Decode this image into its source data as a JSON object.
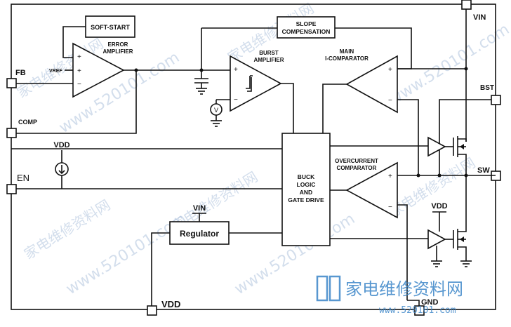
{
  "pins": {
    "vin": "VIN",
    "fb": "FB",
    "comp": "COMP",
    "en": "EN",
    "bst": "BST",
    "sw": "SW",
    "vdd": "VDD",
    "gnd": "GND"
  },
  "blocks": {
    "soft_start": "SOFT-START",
    "slope_comp_1": "SLOPE",
    "slope_comp_2": "COMPENSATION",
    "error_amp_1": "ERROR",
    "error_amp_2": "AMPLIFIER",
    "vref": "VREF",
    "burst_amp_1": "BURST",
    "burst_amp_2": "AMPLIFIER",
    "main_comp_1": "MAIN",
    "main_comp_2": "I-COMPARATOR",
    "oc_comp_1": "OVERCURRENT",
    "oc_comp_2": "COMPARATOR",
    "buck_1": "BUCK",
    "buck_2": "LOGIC",
    "buck_3": "AND",
    "buck_4": "GATE DRIVE",
    "regulator": "Regulator",
    "vdd_src": "VDD",
    "vin_reg": "VIN",
    "vdd_low": "VDD",
    "vsrc_symbol": "V"
  },
  "watermarks": {
    "domain": "www.520101.com",
    "site_cn": "家电维修资料网",
    "site_url": "www.520101.com"
  },
  "colors": {
    "line": "#111111",
    "watermark": "#9fb7d6",
    "logo_blue": "#3b86c8"
  }
}
